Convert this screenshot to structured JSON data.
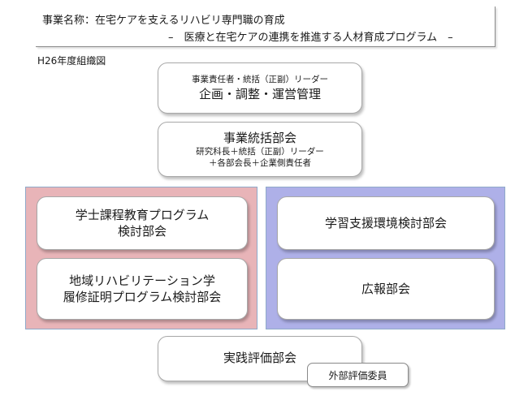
{
  "header": {
    "line1": "事業名称：在宅ケアを支えるリハビリ専門職の育成",
    "line2": "–　医療と在宅ケアの連携を推進する人材育成プログラム　–"
  },
  "year_label": "H26年度組織図",
  "leader": {
    "sub": "事業責任者・統括（正副）リーダー",
    "main": "企画・調整・運営管理"
  },
  "coordination": {
    "main": "事業統括部会",
    "sub1": "研究科長＋統括（正副）リーダー",
    "sub2": "＋各部会長＋企業側責任者"
  },
  "left_panel": {
    "box1_line1": "学士課程教育プログラム",
    "box1_line2": "検討部会",
    "box2_line1": "地域リハビリテーション学",
    "box2_line2": "履修証明プログラム検討部会"
  },
  "right_panel": {
    "box1": "学習支援環境検討部会",
    "box2": "広報部会"
  },
  "evaluation": {
    "main": "実践評価部会",
    "external": "外部評価委員"
  },
  "colors": {
    "left_panel": "#e8b4b8",
    "right_panel": "#aeb0e8",
    "panel_border": "#8fa9c9"
  }
}
